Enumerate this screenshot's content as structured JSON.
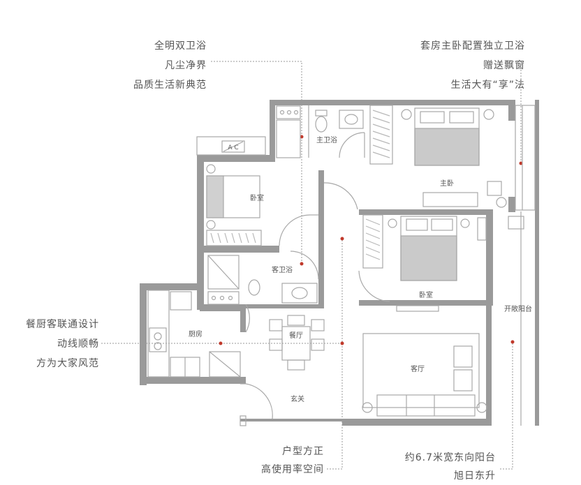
{
  "callouts": {
    "top_left": [
      "全明双卫浴",
      "凡尘净界",
      "品质生活新典范"
    ],
    "top_right": [
      "套房主卧配置独立卫浴",
      "赠送飘窗",
      "生活大有“享”法"
    ],
    "mid_left": [
      "餐厨客联通设计",
      "动线顺畅",
      "方为大家风范"
    ],
    "bottom_center": [
      "户型方正",
      "高使用率空间"
    ],
    "bottom_right": [
      "约6.7米宽东向阳台",
      "旭日东升"
    ]
  },
  "rooms": {
    "master_bath": "主卫浴",
    "master_bedroom": "主卧",
    "bedroom_left": "卧室",
    "bedroom_mid": "卧室",
    "guest_bath": "客卫浴",
    "kitchen": "厨房",
    "dining": "餐厅",
    "living": "客厅",
    "entrance": "玄关",
    "balcony": "开敞阳台",
    "ac": "A C"
  },
  "colors": {
    "wall": "#9a9a9a",
    "line": "#b8b8b8",
    "text": "#555555",
    "leader": "#c0392b"
  }
}
